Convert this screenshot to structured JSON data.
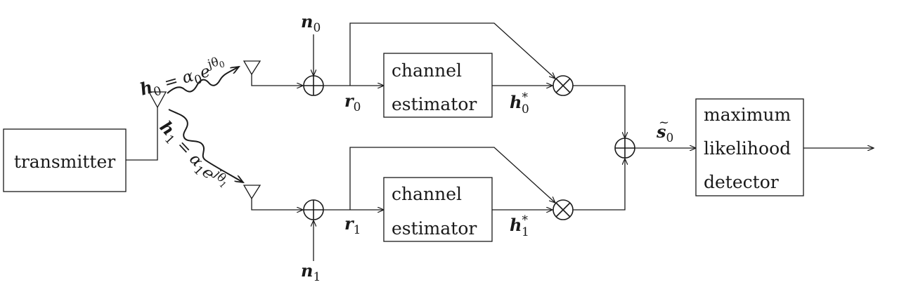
{
  "blocks": {
    "transmitter": "transmitter",
    "estimator_top": [
      "channel",
      "estimator"
    ],
    "estimator_bottom": [
      "channel",
      "estimator"
    ],
    "detector": [
      "maximum",
      "likelihood",
      "detector"
    ]
  },
  "symbols": {
    "noise_0": {
      "base": "n",
      "sub": "0"
    },
    "noise_1": {
      "base": "n",
      "sub": "1"
    },
    "received_0": {
      "base": "r",
      "sub": "0"
    },
    "received_1": {
      "base": "r",
      "sub": "1"
    },
    "conj_0": {
      "base": "h",
      "sub": "0",
      "sup": "*"
    },
    "conj_1": {
      "base": "h",
      "sub": "1",
      "sup": "*"
    },
    "estimate": {
      "base": "s",
      "accent": "~",
      "sub": "0"
    }
  },
  "channels": {
    "h0": {
      "lhs": "h",
      "lhs_sub": "0",
      "eq": " = ",
      "alpha": "α",
      "alpha_sub": "0",
      "e": "e",
      "exp": "jθ",
      "exp_sub": "0"
    },
    "h1": {
      "lhs": "h",
      "lhs_sub": "1",
      "eq": " = ",
      "alpha": "α",
      "alpha_sub": "1",
      "e": "e",
      "exp": "jθ",
      "exp_sub": "1"
    }
  },
  "operators": {
    "adder": "sum-circle",
    "multiplier": "product-circle"
  }
}
